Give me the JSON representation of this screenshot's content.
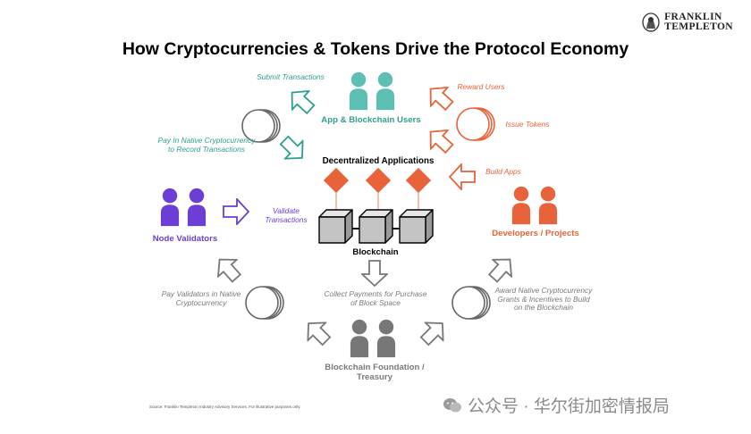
{
  "title": "How Cryptocurrencies & Tokens Drive the Protocol Economy",
  "logo": {
    "line1": "FRANKLIN",
    "line2": "TEMPLETON",
    "icon": "franklin-portrait-icon"
  },
  "colors": {
    "teal": "#5bbfb2",
    "orange": "#e8623a",
    "purple": "#6b3fd6",
    "gray": "#7a7a7a"
  },
  "groups": {
    "users": "App & Blockchain Users",
    "validators": "Node Validators",
    "developers": "Developers / Projects",
    "foundation": "Blockchain Foundation / Treasury"
  },
  "center": {
    "dapps": "Decentralized Applications",
    "blockchain": "Blockchain"
  },
  "flows": {
    "submit_transactions": "Submit Transactions",
    "pay_native": "Pay In Native Cryptocurrency to Record Transactions",
    "reward_users": "Reward Users",
    "issue_tokens": "Issue Tokens",
    "build_apps": "Build Apps",
    "validate": "Validate Transactions",
    "pay_validators": "Pay Validators in Native Cryptocurrency",
    "collect_payments": "Collect Payments for Purchase of Block Space",
    "award_grants": "Award Native Cryptocurrency Grants & Incentives to Build on the Blockchain"
  },
  "source": "Source: Franklin Templeton Industry Advisory Services. For illustrative purposes only.",
  "watermark": "公众号 · 华尔街加密情报局"
}
